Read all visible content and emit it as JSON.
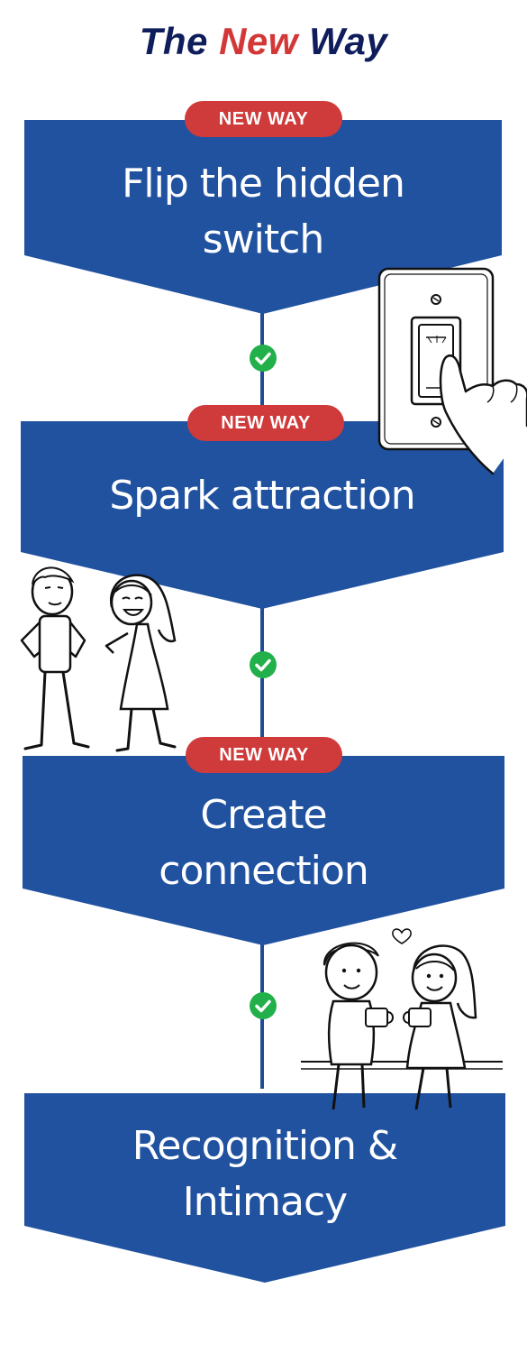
{
  "title": {
    "prefix": "The",
    "accent": "New",
    "suffix": "Way"
  },
  "colors": {
    "stage": "#2152a0",
    "badge": "#cf3a3a",
    "check": "#22b04a",
    "title": "#0f1d5c",
    "accent": "#d33838"
  },
  "stages": [
    {
      "badge": "NEW WAY",
      "lines": [
        "Flip the hidden",
        "switch"
      ]
    },
    {
      "badge": "NEW WAY",
      "lines": [
        "Spark attraction"
      ]
    },
    {
      "badge": "NEW WAY",
      "lines": [
        "Create",
        "connection"
      ]
    },
    {
      "lines": [
        "Recognition &",
        "Intimacy"
      ]
    }
  ],
  "icons": [
    "check-icon",
    "light-switch-illustration",
    "couple-flirting-illustration",
    "couple-coffee-illustration",
    "heart-icon"
  ]
}
